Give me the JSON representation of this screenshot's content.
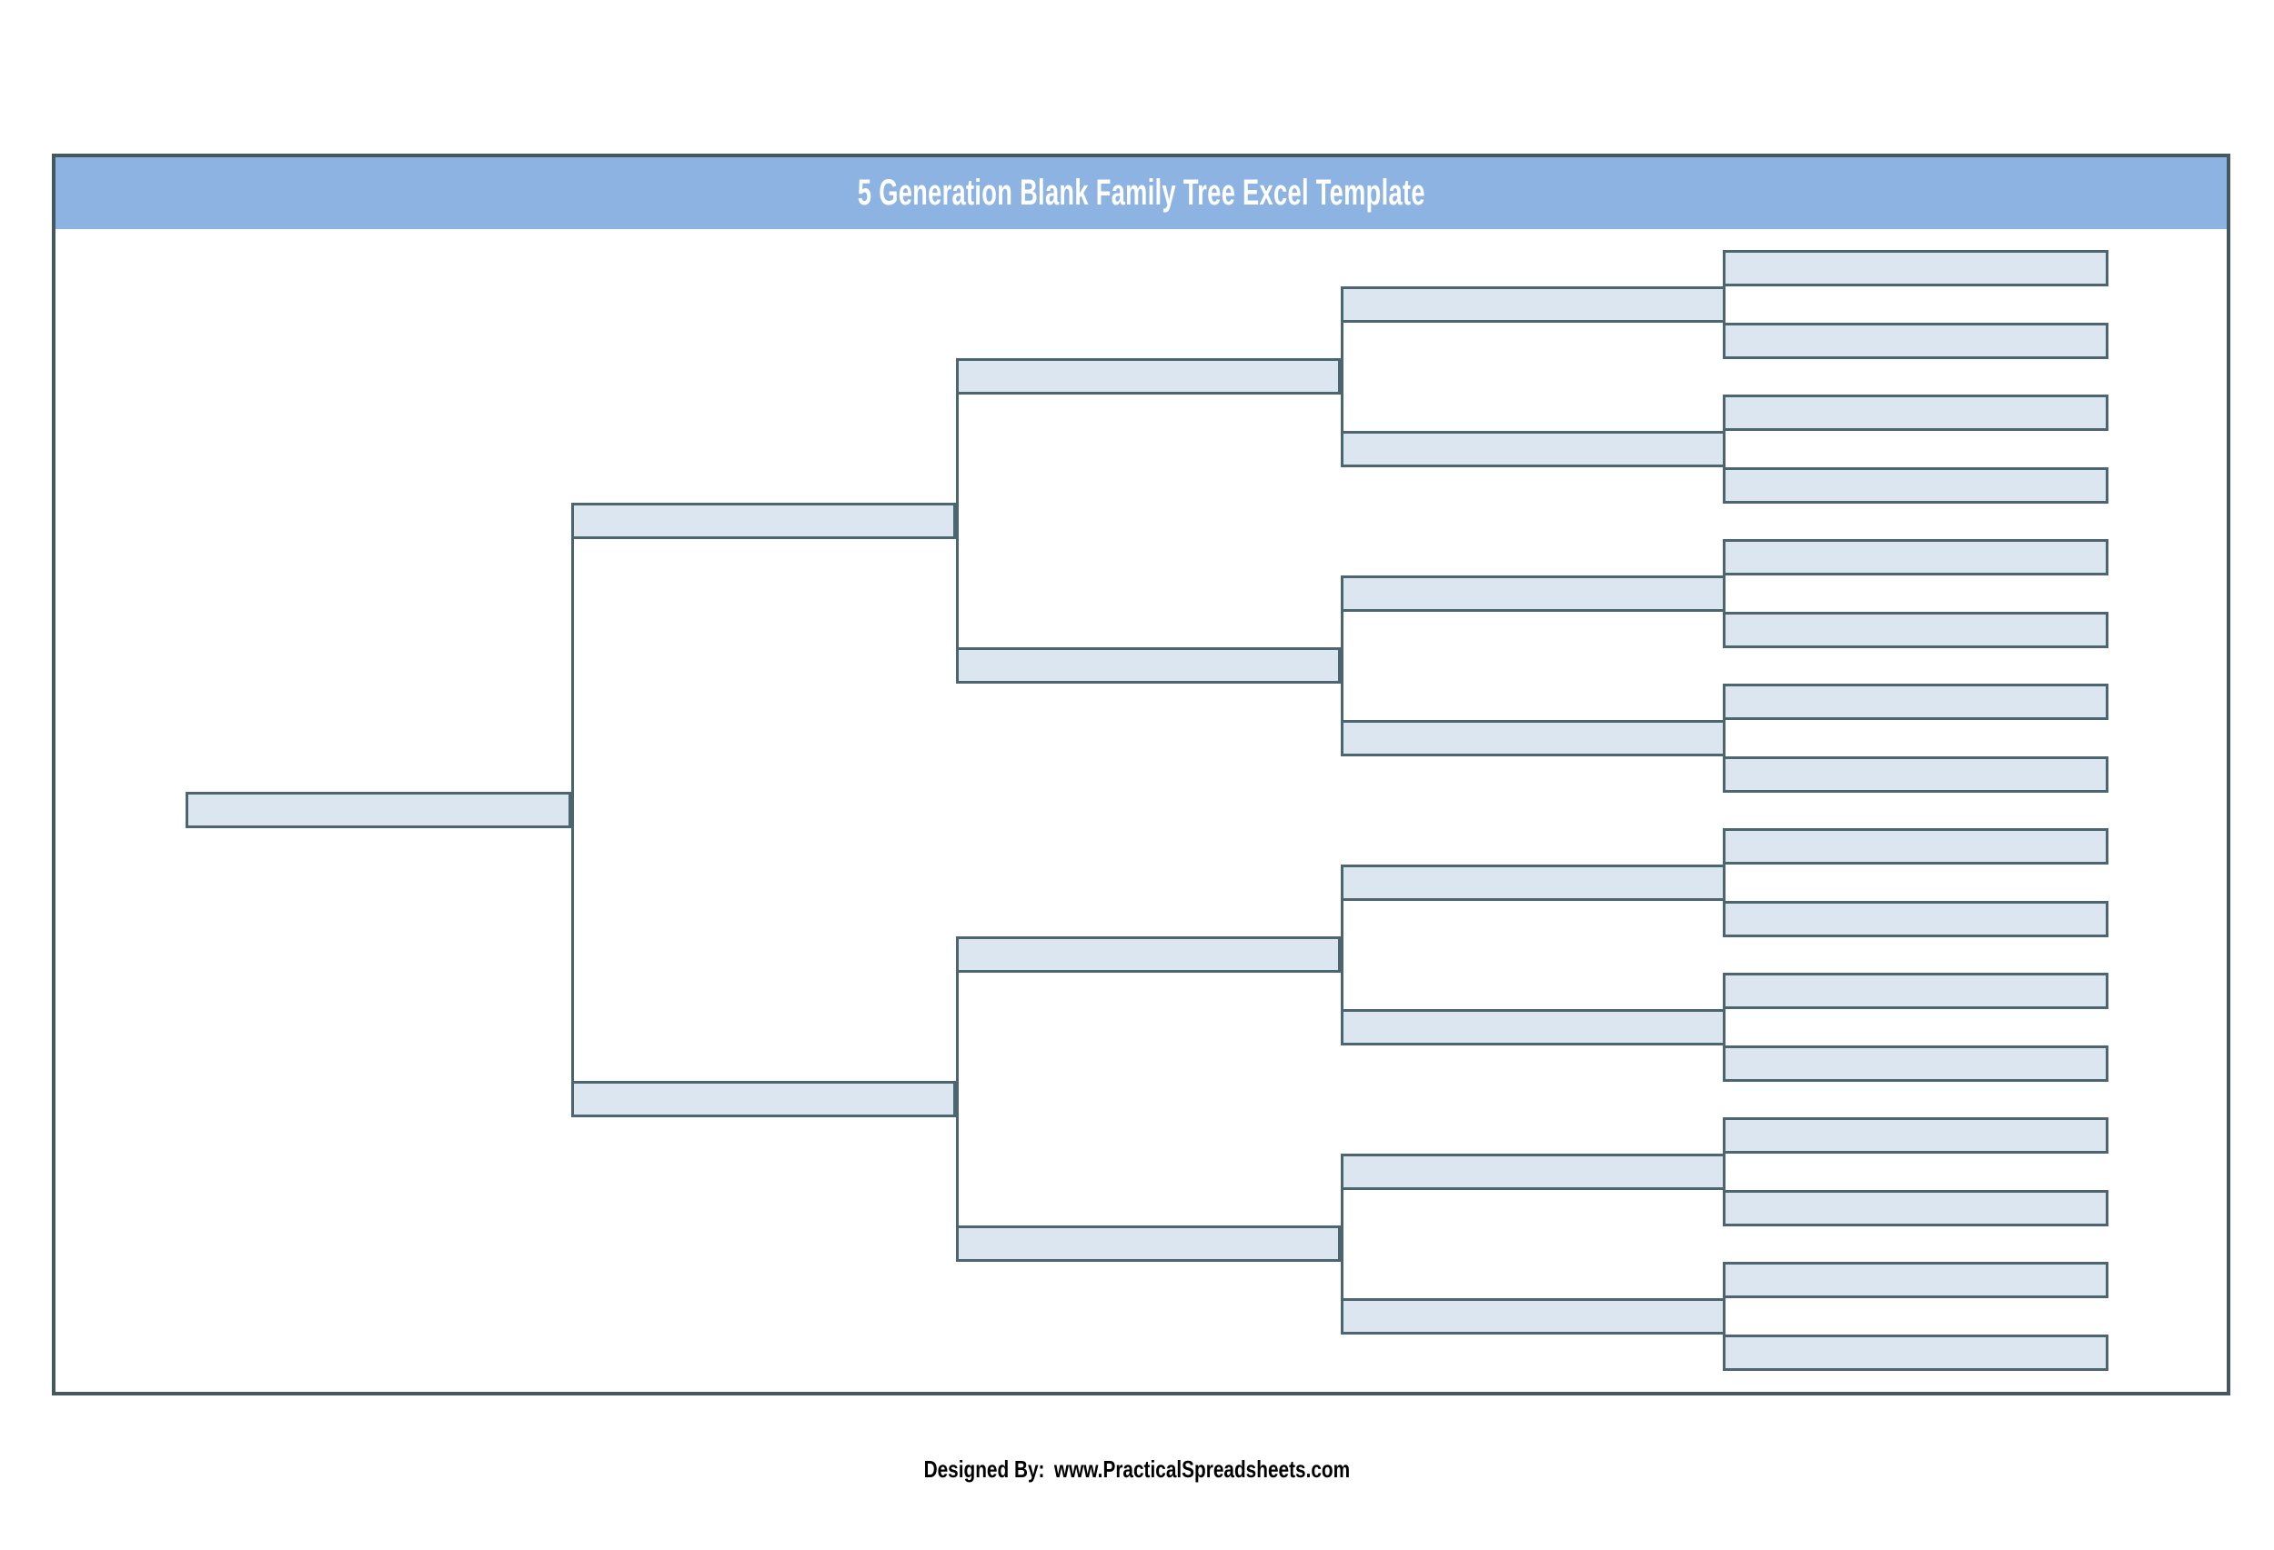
{
  "header": {
    "title": "5 Generation Blank Family Tree Excel Template",
    "background": "#8db3e2",
    "text_color": "#ffffff"
  },
  "tree": {
    "frame_border_color": "#44595f",
    "box_fill_color": "#dce6f1",
    "box_border_color": "#4d656e",
    "generations": [
      {
        "label": "generation-1",
        "boxes": [
          ""
        ]
      },
      {
        "label": "generation-2",
        "boxes": [
          "",
          ""
        ]
      },
      {
        "label": "generation-3",
        "boxes": [
          "",
          "",
          "",
          ""
        ]
      },
      {
        "label": "generation-4",
        "boxes": [
          "",
          "",
          "",
          "",
          "",
          "",
          "",
          ""
        ]
      },
      {
        "label": "generation-5",
        "boxes": [
          "",
          "",
          "",
          "",
          "",
          "",
          "",
          "",
          "",
          "",
          "",
          "",
          "",
          "",
          "",
          ""
        ]
      }
    ]
  },
  "footer": {
    "designed_by_label": "Designed By:",
    "designed_by_url": "www.PracticalSpreadsheets.com"
  }
}
